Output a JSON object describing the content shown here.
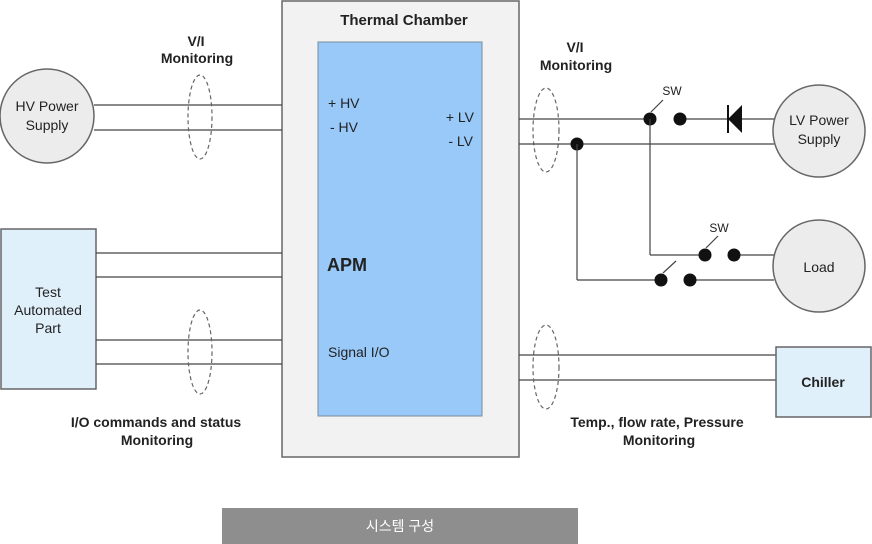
{
  "chamber": {
    "title": "Thermal Chamber"
  },
  "apm": {
    "title": "APM",
    "plus_hv": "+ HV",
    "minus_hv": "- HV",
    "plus_lv": "+ LV",
    "minus_lv": "- LV",
    "signal_io": "Signal I/O"
  },
  "hv_supply": {
    "line1": "HV Power",
    "line2": "Supply"
  },
  "lv_supply": {
    "line1": "LV Power",
    "line2": "Supply"
  },
  "load": {
    "label": "Load"
  },
  "test_part": {
    "line1": "Test",
    "line2": "Automated",
    "line3": "Part"
  },
  "chiller": {
    "label": "Chiller"
  },
  "vi_left": {
    "line1": "V/I",
    "line2": "Monitoring"
  },
  "vi_right": {
    "line1": "V/I",
    "line2": "Monitoring"
  },
  "io_caption": {
    "line1": "I/O commands and status",
    "line2": "Monitoring"
  },
  "temp_caption": {
    "line1": "Temp., flow rate, Pressure",
    "line2": "Monitoring"
  },
  "switch_top": "SW",
  "switch_load": "SW",
  "footer_caption": "시스템 구성",
  "colors": {
    "apm_fill": "#99c9f9",
    "chamber_fill": "#f2f2f2",
    "circle_fill": "#ececec",
    "box_fill": "#e0f0fb",
    "footer_fill": "#8e8e8e"
  }
}
